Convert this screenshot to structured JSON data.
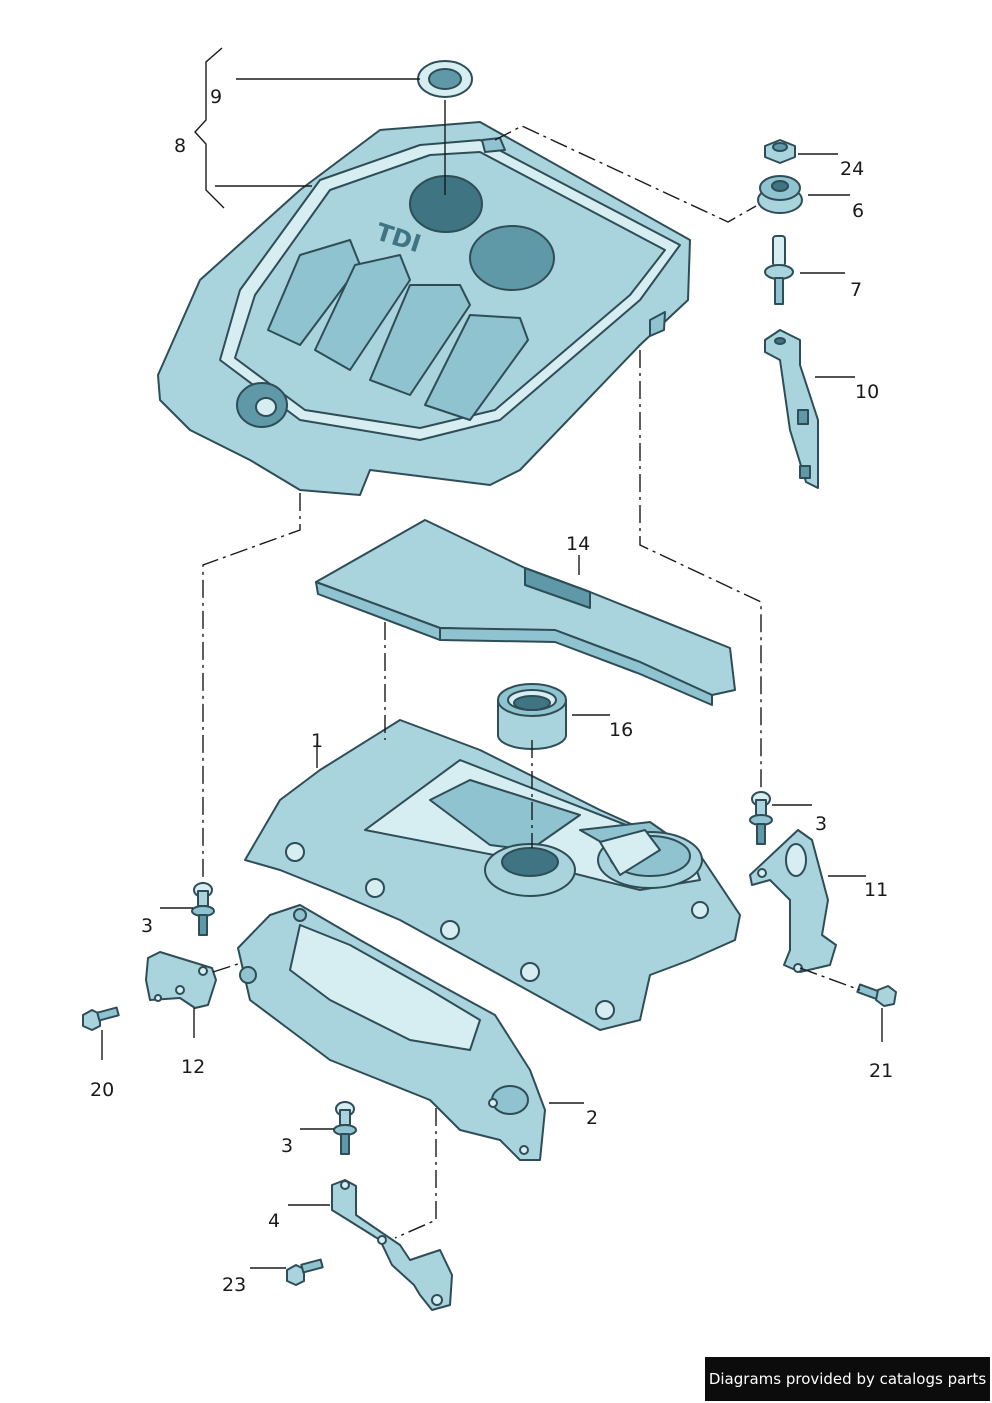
{
  "callouts": [
    {
      "id": "1",
      "text": "1"
    },
    {
      "id": "2",
      "text": "2"
    },
    {
      "id": "3a",
      "text": "3"
    },
    {
      "id": "3b",
      "text": "3"
    },
    {
      "id": "3c",
      "text": "3"
    },
    {
      "id": "4",
      "text": "4"
    },
    {
      "id": "6",
      "text": "6"
    },
    {
      "id": "7",
      "text": "7"
    },
    {
      "id": "8",
      "text": "8"
    },
    {
      "id": "9",
      "text": "9"
    },
    {
      "id": "10",
      "text": "10"
    },
    {
      "id": "11",
      "text": "11"
    },
    {
      "id": "12",
      "text": "12"
    },
    {
      "id": "14",
      "text": "14"
    },
    {
      "id": "16",
      "text": "16"
    },
    {
      "id": "20",
      "text": "20"
    },
    {
      "id": "21",
      "text": "21"
    },
    {
      "id": "23",
      "text": "23"
    },
    {
      "id": "24",
      "text": "24"
    }
  ],
  "cover_logo_text": "TDI",
  "footer": {
    "text": "Diagrams provided by catalogs parts"
  },
  "colors": {
    "part_fill": "#a9d4dd",
    "part_outline": "#2f4d56",
    "footer_bg": "#0c0c0c"
  }
}
